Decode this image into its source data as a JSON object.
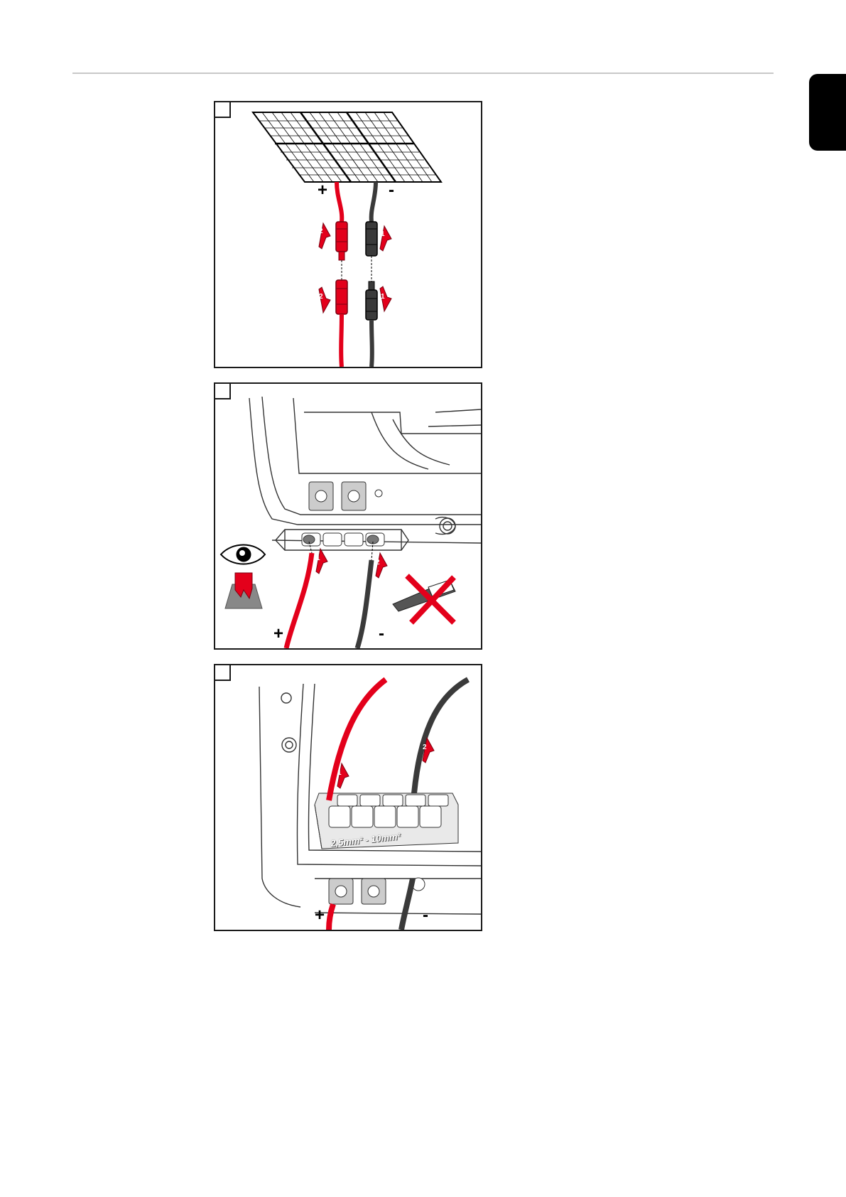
{
  "steps": [
    {
      "plus": "+",
      "minus": "-"
    },
    {
      "plus": "+",
      "minus": "-"
    },
    {
      "plus": "+",
      "minus": "-",
      "wire_size_label": "2,5mm² - 10mm²"
    }
  ],
  "arrow_numbers": {
    "first": "1",
    "second": "2"
  },
  "colors": {
    "positive_cable": "#e3001b",
    "negative_cable": "#3a3a3a",
    "side_tab": "#000000"
  }
}
